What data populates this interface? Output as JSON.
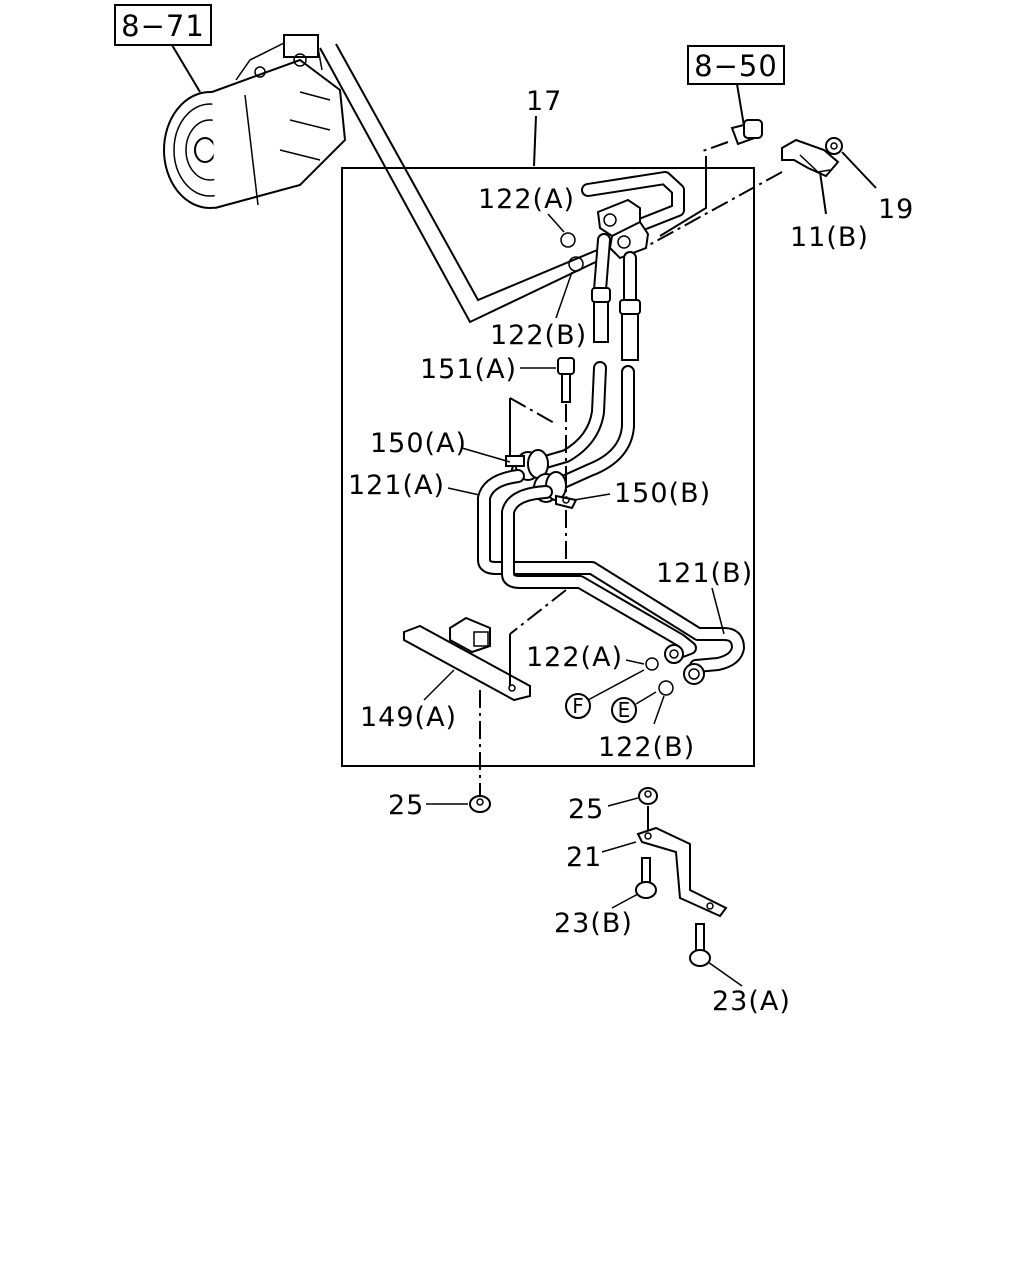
{
  "diagram": {
    "ref_boxes": [
      {
        "id": "ref-8-71",
        "text": "8−71"
      },
      {
        "id": "ref-8-50",
        "text": "8−50"
      }
    ],
    "labels": {
      "l17": "17",
      "l19": "19",
      "l11b": "11(B)",
      "l122a_top": "122(A)",
      "l122b_top": "122(B)",
      "l151a": "151(A)",
      "l150a": "150(A)",
      "l121a": "121(A)",
      "l150b": "150(B)",
      "l121b": "121(B)",
      "l122a_bot": "122(A)",
      "l122b_bot": "122(B)",
      "l149a": "149(A)",
      "l25_left": "25",
      "l25_right": "25",
      "l21": "21",
      "l23b": "23(B)",
      "l23a": "23(A)"
    },
    "callouts": {
      "F": "F",
      "E": "E"
    }
  }
}
